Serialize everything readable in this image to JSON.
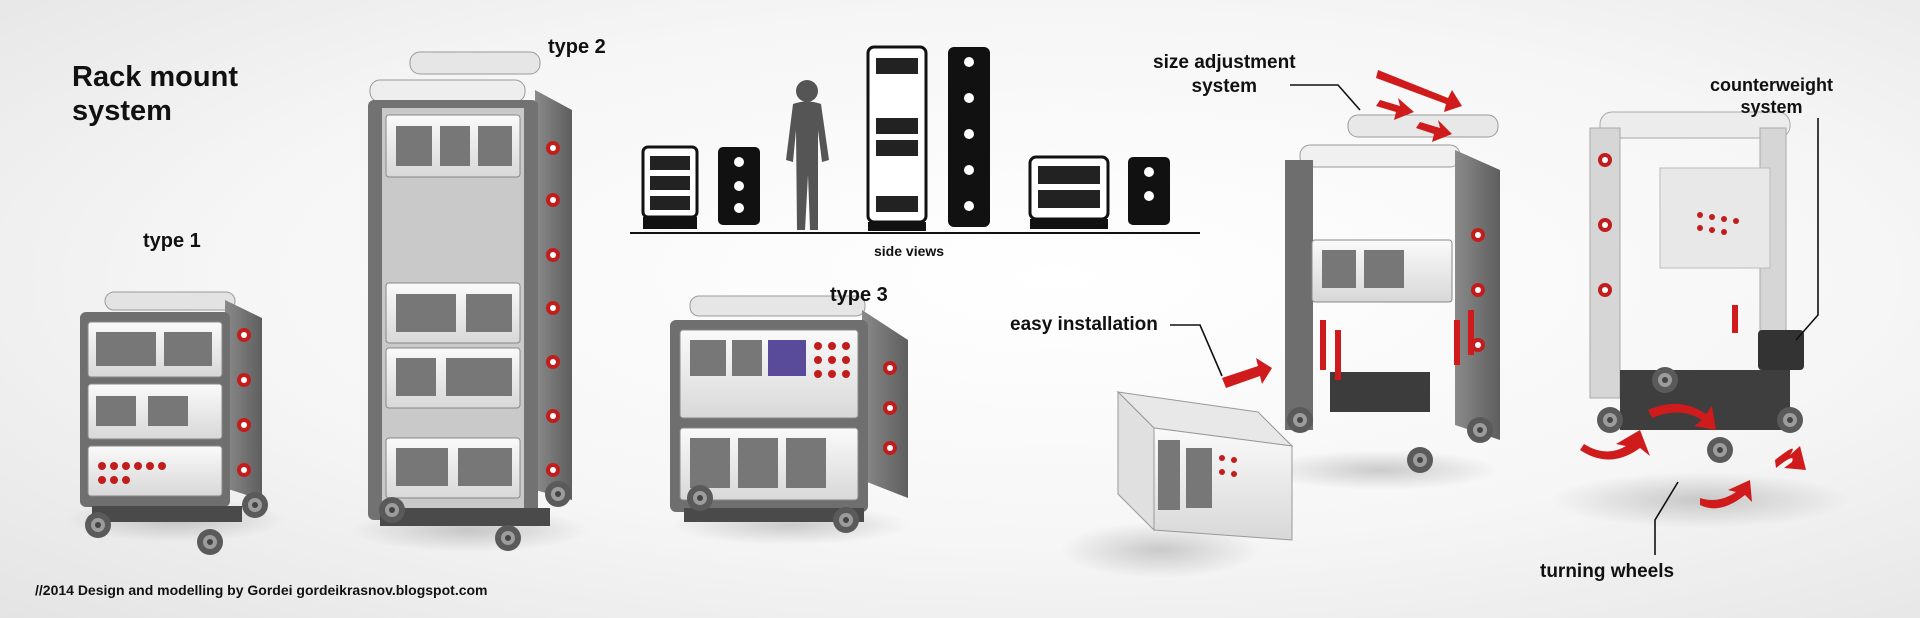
{
  "title": "Rack mount\nsystem",
  "labels": {
    "type1": "type 1",
    "type2": "type 2",
    "type3": "type 3",
    "side_views": "side views",
    "size_adjustment": "size adjustment\nsystem",
    "easy_installation": "easy installation",
    "counterweight": "counterweight\nsystem",
    "turning_wheels": "turning wheels"
  },
  "credits": "//2014 Design and modelling by Gordei  gordeikrasnov.blogspot.com",
  "colors": {
    "accent_red": "#d11f1f",
    "frame_gray": "#7c7c7c",
    "module_white": "#eeeeee",
    "side_view_black": "#111111"
  }
}
